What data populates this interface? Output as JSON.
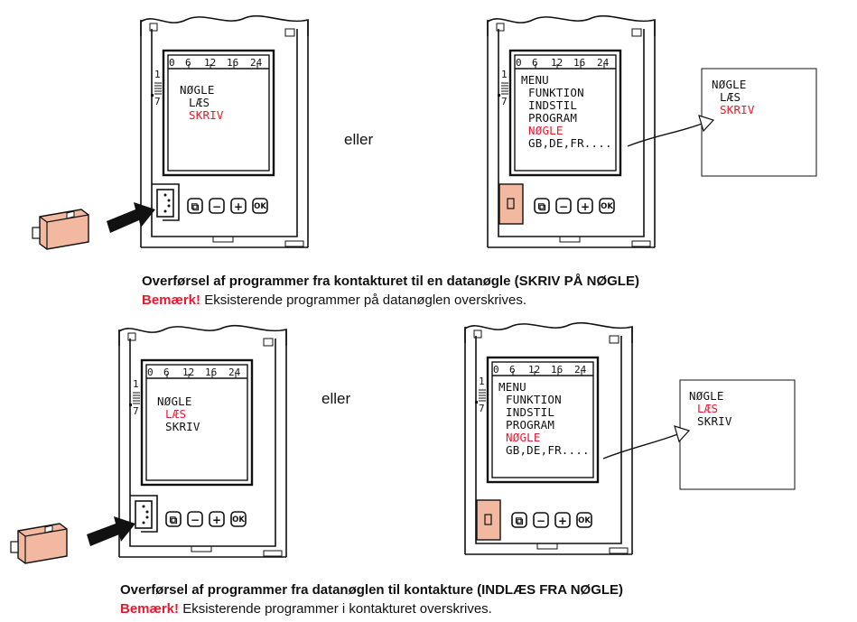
{
  "colors": {
    "accent_red": "#e8192c",
    "key_fill": "#f2b8a0",
    "line": "#111111"
  },
  "scale": {
    "ticks": [
      "0",
      "6",
      "12",
      "16",
      "24"
    ],
    "side_top": "1",
    "side_bottom": "7"
  },
  "buttons": {
    "menu_icon": "copy-icon",
    "minus": "−",
    "plus": "+",
    "ok": "OK"
  },
  "connector_word": "eller",
  "top_section": {
    "left_screen": {
      "lines": [
        "NØGLE",
        "LÆS",
        "SKRIV"
      ],
      "highlight": "SKRIV"
    },
    "right_screen": {
      "lines": [
        "MENU",
        "FUNKTION",
        "INDSTIL",
        "PROGRAM",
        "NØGLE",
        "GB,DE,FR...."
      ],
      "highlight": "NØGLE"
    },
    "popup": {
      "lines": [
        "NØGLE",
        "LÆS",
        "SKRIV"
      ],
      "highlight": "SKRIV"
    },
    "caption_title": "Overførsel af programmer fra kontakturet til en datanøgle (SKRIV PÅ NØGLE)",
    "note_label": "Bemærk!",
    "note_text": " Eksisterende programmer på datanøglen overskrives."
  },
  "bottom_section": {
    "left_screen": {
      "lines": [
        "NØGLE",
        "LÆS",
        "SKRIV"
      ],
      "highlight": "LÆS"
    },
    "right_screen": {
      "lines": [
        "MENU",
        "FUNKTION",
        "INDSTIL",
        "PROGRAM",
        "NØGLE",
        "GB,DE,FR...."
      ],
      "highlight": "NØGLE"
    },
    "popup": {
      "lines": [
        "NØGLE",
        "LÆS",
        "SKRIV"
      ],
      "highlight": "LÆS"
    },
    "caption_title": "Overførsel af programmer fra datanøglen til kontakture (INDLÆS FRA NØGLE)",
    "note_label": "Bemærk!",
    "note_text": " Eksisterende programmer i kontakturet overskrives."
  }
}
